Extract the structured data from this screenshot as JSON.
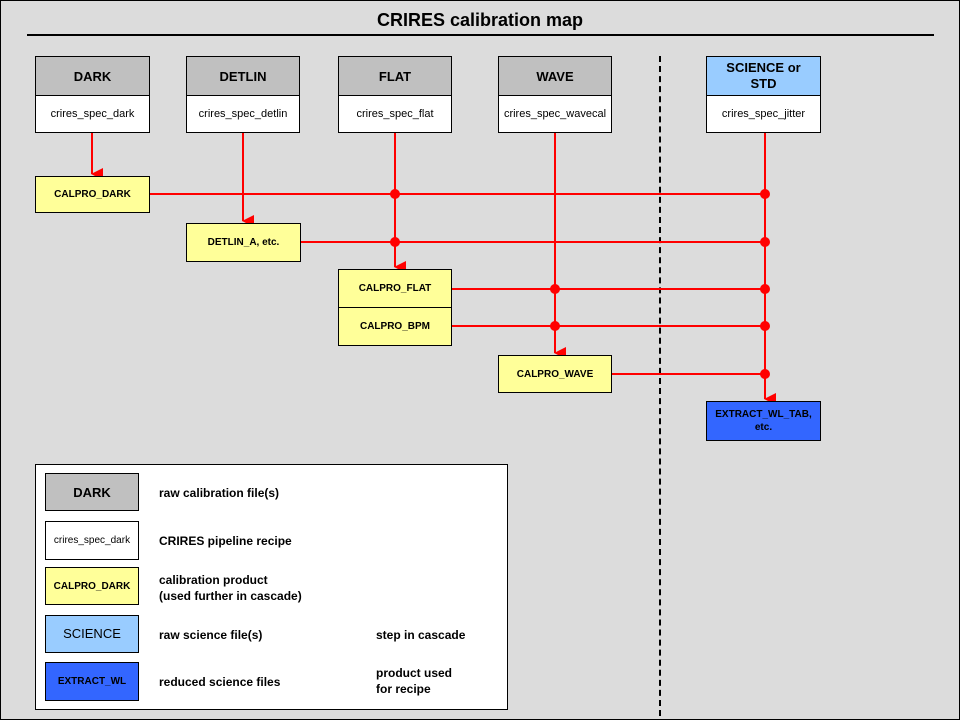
{
  "title": "CRIRES calibration map",
  "raw_files": [
    {
      "id": "dark",
      "label": "DARK"
    },
    {
      "id": "detlin",
      "label": "DETLIN"
    },
    {
      "id": "flat",
      "label": "FLAT"
    },
    {
      "id": "wave",
      "label": "WAVE"
    }
  ],
  "science_input": {
    "label": "SCIENCE or STD"
  },
  "recipes": [
    {
      "id": "dark",
      "label": "crires_spec_dark"
    },
    {
      "id": "detlin",
      "label": "crires_spec_detlin"
    },
    {
      "id": "flat",
      "label": "crires_spec_flat"
    },
    {
      "id": "wave",
      "label": "crires_spec_wavecal"
    },
    {
      "id": "jitter",
      "label": "crires_spec_jitter"
    }
  ],
  "products": {
    "calpro_dark": "CALPRO_DARK",
    "detlin_a": "DETLIN_A, etc.",
    "calpro_flat": "CALPRO_FLAT",
    "calpro_bpm": "CALPRO_BPM",
    "calpro_wave": "CALPRO_WAVE"
  },
  "reduced": {
    "label": "EXTRACT_WL_TAB, etc."
  },
  "legend": {
    "raw_sample": "DARK",
    "raw_text": "raw calibration file(s)",
    "recipe_sample": "crires_spec_dark",
    "recipe_text": "CRIRES pipeline recipe",
    "product_sample": "CALPRO_DARK",
    "product_text": "calibration product\n(used further in cascade)",
    "science_sample": "SCIENCE",
    "science_text": "raw science file(s)",
    "reduced_sample": "EXTRACT_WL",
    "reduced_text": "reduced science files",
    "step_text": "step in cascade",
    "used_text": "product used\nfor recipe"
  },
  "colors": {
    "wire": "#ff0000",
    "raw": "#c0c0c0",
    "science": "#99ccff",
    "product": "#ffff99",
    "reduced": "#3366ff"
  }
}
